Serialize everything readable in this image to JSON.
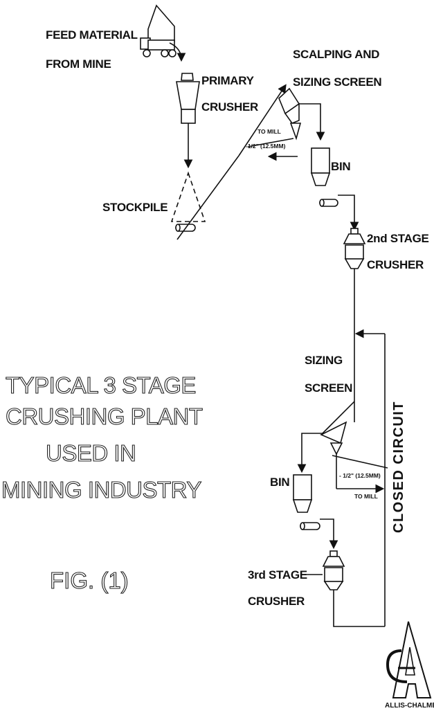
{
  "labels": {
    "feed_line1": "FEED MATERIAL",
    "feed_line2": "FROM MINE",
    "primary_line1": "PRIMARY",
    "primary_line2": "CRUSHER",
    "scalping_line1": "SCALPING AND",
    "scalping_line2": "SIZING SCREEN",
    "to_mill_top": "TO MILL",
    "size_top": "-1/2\" (12.5MM)",
    "stockpile": "STOCKPILE",
    "bin_top": "BIN",
    "second_line1": "2nd STAGE",
    "second_line2": "CRUSHER",
    "sizing_line1": "SIZING",
    "sizing_line2": "SCREEN",
    "closed_circuit": "CLOSED CIRCUIT",
    "bin_bottom": "BIN",
    "size_bottom": "- 1/2\" (12.5MM)",
    "to_mill_bottom": "TO MILL",
    "third_line1": "3rd STAGE",
    "third_line2": "CRUSHER",
    "logo_text": "ALLIS-CHALMERS"
  },
  "title": {
    "line1": "TYPICAL 3 STAGE",
    "line2": "CRUSHING PLANT",
    "line3": "USED IN",
    "line4": "MINING INDUSTRY"
  },
  "figure": "FIG. (1)"
}
